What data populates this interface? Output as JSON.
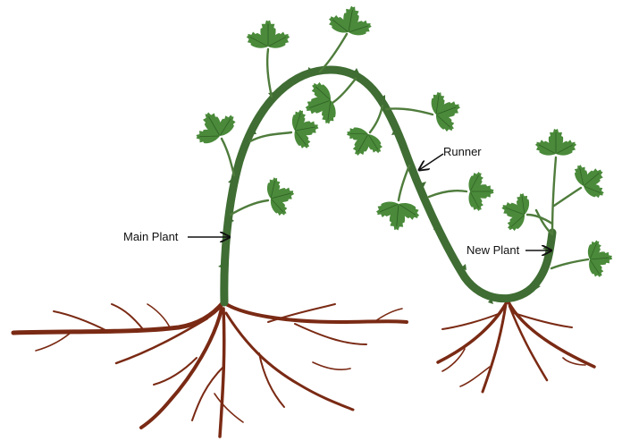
{
  "labels": {
    "main_plant": "Main Plant",
    "runner": "Runner",
    "new_plant": "New Plant"
  },
  "colors": {
    "stem": "#3f6d33",
    "leaf": "#4a8a3a",
    "root": "#7a2a14",
    "background": "#ffffff"
  }
}
